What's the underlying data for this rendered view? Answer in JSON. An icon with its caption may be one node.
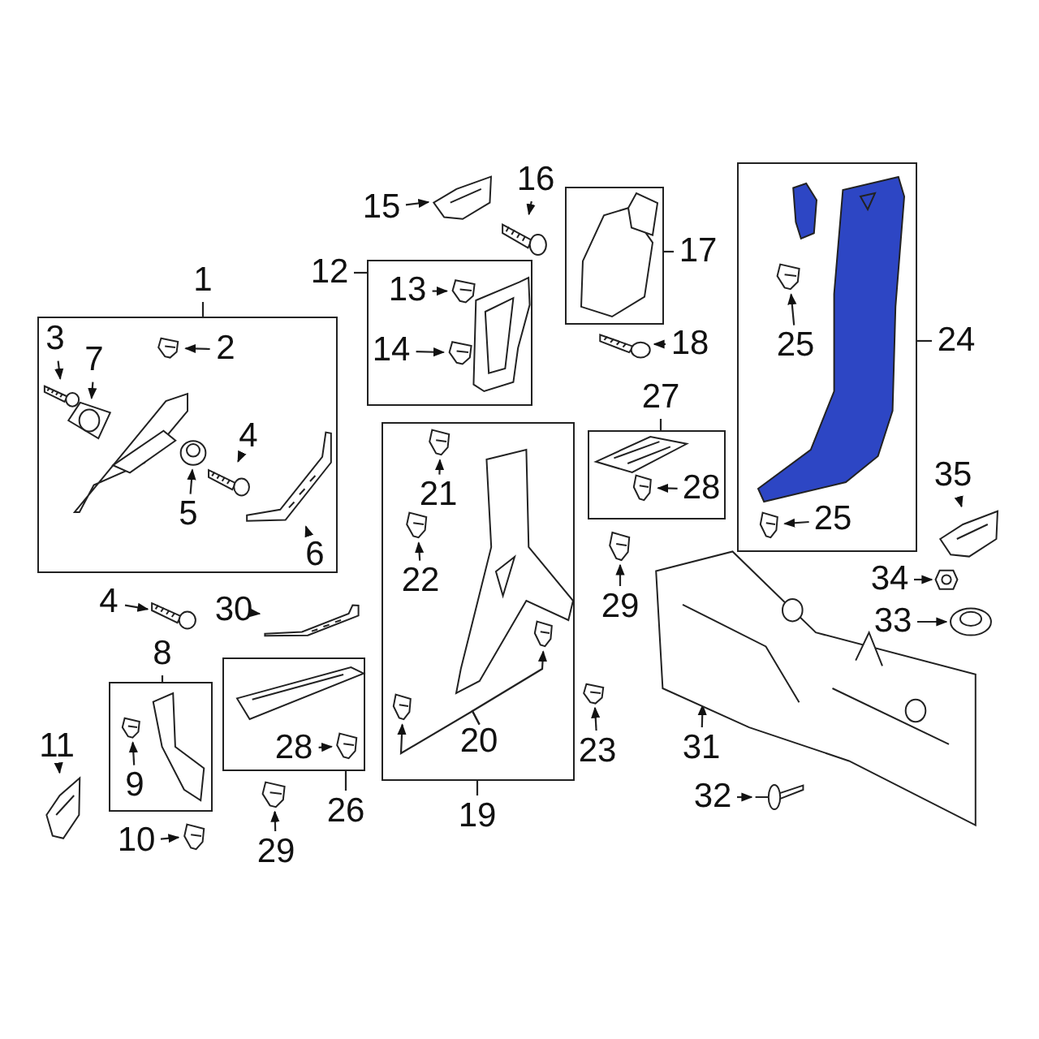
{
  "diagram": {
    "nodes": [
      {
        "text": [
          "1"
        ]
      },
      {
        "text": [],
        "shape": "box"
      },
      {
        "text": [
          "2"
        ],
        "in": 1
      },
      {
        "text": [],
        "shape": "picture",
        "in": 1
      },
      {
        "text": [
          "3"
        ],
        "in": 1
      },
      {
        "text": [],
        "shape": "picture",
        "in": 1
      },
      {
        "text": [
          "7"
        ],
        "in": 1
      },
      {
        "text": [],
        "shape": "picture",
        "in": 1
      },
      {
        "text": [
          "4"
        ],
        "in": 1
      },
      {
        "text": [],
        "shape": "picture",
        "in": 1
      },
      {
        "text": [
          "5"
        ],
        "in": 1
      },
      {
        "text": [],
        "shape": "picture",
        "in": 1
      },
      {
        "text": [
          "6"
        ],
        "in": 1
      },
      {
        "text": [],
        "shape": "picture",
        "in": 1
      },
      {
        "text": [
          "15"
        ]
      },
      {
        "text": [],
        "shape": "picture"
      },
      {
        "text": [
          "16"
        ]
      },
      {
        "text": [],
        "shape": "picture"
      },
      {
        "text": [
          "12"
        ]
      },
      {
        "text": [],
        "shape": "box"
      },
      {
        "text": [
          "13"
        ],
        "in": 19
      },
      {
        "text": [],
        "shape": "picture",
        "in": 19
      },
      {
        "text": [
          "14"
        ],
        "in": 19
      },
      {
        "text": [],
        "shape": "picture",
        "in": 19
      },
      {
        "text": [
          "17"
        ]
      },
      {
        "text": [],
        "shape": "box"
      },
      {
        "text": [
          "18"
        ]
      },
      {
        "text": [],
        "shape": "picture"
      },
      {
        "text": [
          "24"
        ]
      },
      {
        "text": [],
        "shape": "box"
      },
      {
        "text": [
          "25"
        ],
        "in": 29
      },
      {
        "text": [],
        "shape": "picture",
        "in": 29
      },
      {
        "text": [
          "25"
        ],
        "in": 29
      },
      {
        "text": [],
        "shape": "picture",
        "in": 29
      },
      {
        "text": [
          "27"
        ]
      },
      {
        "text": [],
        "shape": "box"
      },
      {
        "text": [
          "28"
        ],
        "in": 35
      },
      {
        "text": [],
        "shape": "picture",
        "in": 35
      },
      {
        "text": [
          "19"
        ]
      },
      {
        "text": [],
        "shape": "box"
      },
      {
        "text": [
          "21"
        ],
        "in": 39
      },
      {
        "text": [],
        "shape": "picture",
        "in": 39
      },
      {
        "text": [
          "22"
        ],
        "in": 39
      },
      {
        "text": [],
        "shape": "picture",
        "in": 39
      },
      {
        "text": [
          "20"
        ],
        "in": 39
      },
      {
        "text": [],
        "shape": "picture",
        "in": 39
      },
      {
        "text": [],
        "shape": "picture",
        "in": 39
      },
      {
        "text": [
          "29"
        ]
      },
      {
        "text": [],
        "shape": "picture"
      },
      {
        "text": [
          "23"
        ]
      },
      {
        "text": [],
        "shape": "picture"
      },
      {
        "text": [
          "31"
        ]
      },
      {
        "text": [],
        "shape": "picture"
      },
      {
        "text": [
          "32"
        ]
      },
      {
        "text": [],
        "shape": "picture"
      },
      {
        "text": [
          "34"
        ]
      },
      {
        "text": [],
        "shape": "picture"
      },
      {
        "text": [
          "33"
        ]
      },
      {
        "text": [],
        "shape": "picture"
      },
      {
        "text": [
          "35"
        ]
      },
      {
        "text": [],
        "shape": "picture"
      },
      {
        "text": [
          "4"
        ]
      },
      {
        "text": [],
        "shape": "picture"
      },
      {
        "text": [
          "30"
        ]
      },
      {
        "text": [],
        "shape": "picture"
      },
      {
        "text": [
          "8"
        ]
      },
      {
        "text": [],
        "shape": "box"
      },
      {
        "text": [
          "9"
        ],
        "in": 66
      },
      {
        "text": [],
        "shape": "picture",
        "in": 66
      },
      {
        "text": [
          "11"
        ]
      },
      {
        "text": [],
        "shape": "picture"
      },
      {
        "text": [
          "10"
        ]
      },
      {
        "text": [],
        "shape": "picture"
      },
      {
        "text": [
          "26"
        ]
      },
      {
        "text": [],
        "shape": "box"
      },
      {
        "text": [
          "28"
        ],
        "in": 74
      },
      {
        "text": [],
        "shape": "picture",
        "in": 74
      },
      {
        "text": [
          "29"
        ]
      },
      {
        "text": [],
        "shape": "picture"
      },
      {
        "text": [],
        "shape": "picture",
        "in": 1
      },
      {
        "text": [],
        "shape": "picture",
        "in": 19
      },
      {
        "text": [],
        "shape": "picture",
        "in": 25
      },
      {
        "text": [],
        "shape": "picture",
        "in": 29
      },
      {
        "text": [],
        "shape": "picture",
        "in": 29
      },
      {
        "text": [],
        "shape": "picture",
        "in": 35
      },
      {
        "text": [],
        "shape": "picture",
        "in": 39
      },
      {
        "text": [],
        "shape": "picture",
        "in": 74
      },
      {
        "text": [],
        "shape": "picture",
        "in": 66
      }
    ],
    "edges": [
      {
        "from": 0,
        "to": 1,
        "arrow": "none"
      },
      {
        "from": 2,
        "to": 3,
        "arrow": "to"
      },
      {
        "from": 4,
        "to": 5,
        "arrow": "to"
      },
      {
        "from": 6,
        "to": 7,
        "arrow": "to"
      },
      {
        "from": 8,
        "to": 9,
        "arrow": "to"
      },
      {
        "from": 10,
        "to": 11,
        "arrow": "to"
      },
      {
        "from": 12,
        "to": 13,
        "arrow": "to"
      },
      {
        "from": 14,
        "to": 15,
        "arrow": "to"
      },
      {
        "from": 16,
        "to": 17,
        "arrow": "to"
      },
      {
        "from": 18,
        "to": 19,
        "arrow": "none"
      },
      {
        "from": 20,
        "to": 21,
        "arrow": "to"
      },
      {
        "from": 22,
        "to": 23,
        "arrow": "to"
      },
      {
        "from": 24,
        "to": 25,
        "arrow": "none"
      },
      {
        "from": 26,
        "to": 27,
        "arrow": "to"
      },
      {
        "from": 28,
        "to": 29,
        "arrow": "none"
      },
      {
        "from": 30,
        "to": 31,
        "arrow": "to"
      },
      {
        "from": 32,
        "to": 33,
        "arrow": "to"
      },
      {
        "from": 34,
        "to": 35,
        "arrow": "none"
      },
      {
        "from": 36,
        "to": 84,
        "arrow": "to"
      },
      {
        "from": 38,
        "to": 39,
        "arrow": "none"
      },
      {
        "from": 40,
        "to": 41,
        "arrow": "to"
      },
      {
        "from": 42,
        "to": 43,
        "arrow": "to"
      },
      {
        "from": 44,
        "to": 45,
        "arrow": "to"
      },
      {
        "from": 44,
        "to": 46,
        "arrow": "to"
      },
      {
        "from": 47,
        "to": 48,
        "arrow": "to"
      },
      {
        "from": 49,
        "to": 50,
        "arrow": "to"
      },
      {
        "from": 51,
        "to": 52,
        "arrow": "to"
      },
      {
        "from": 53,
        "to": 54,
        "arrow": "to"
      },
      {
        "from": 55,
        "to": 56,
        "arrow": "to"
      },
      {
        "from": 57,
        "to": 58,
        "arrow": "to"
      },
      {
        "from": 59,
        "to": 60,
        "arrow": "to"
      },
      {
        "from": 61,
        "to": 62,
        "arrow": "to"
      },
      {
        "from": 63,
        "to": 64,
        "arrow": "to"
      },
      {
        "from": 65,
        "to": 66,
        "arrow": "none"
      },
      {
        "from": 67,
        "to": 68,
        "arrow": "to"
      },
      {
        "from": 69,
        "to": 70,
        "arrow": "to"
      },
      {
        "from": 71,
        "to": 72,
        "arrow": "to"
      },
      {
        "from": 73,
        "to": 74,
        "arrow": "none"
      },
      {
        "from": 75,
        "to": 86,
        "arrow": "to"
      },
      {
        "from": 77,
        "to": 78,
        "arrow": "to"
      }
    ]
  }
}
